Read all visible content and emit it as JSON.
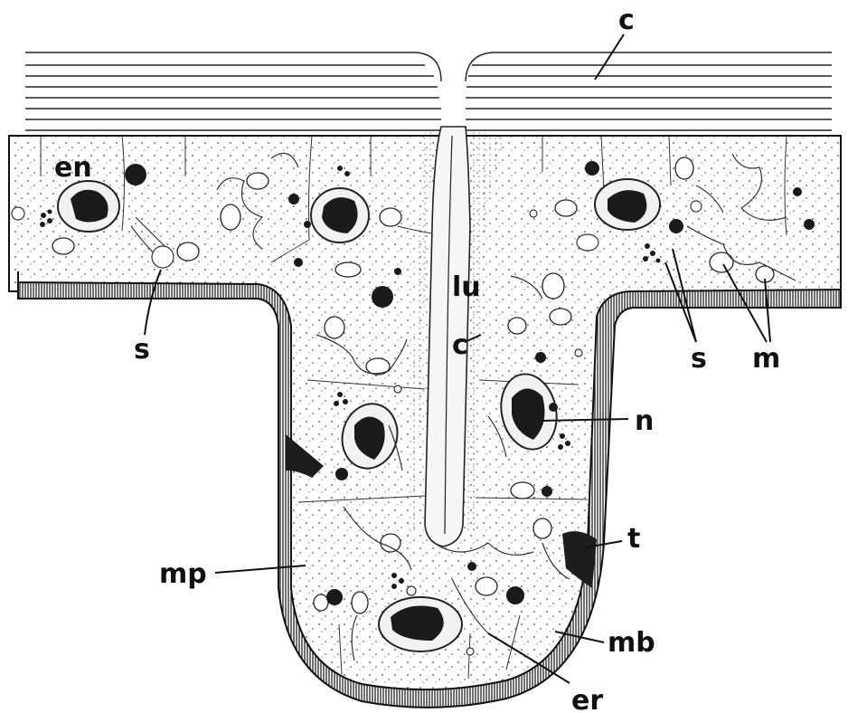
{
  "labels": {
    "c_top": "c",
    "en": "en",
    "s_left": "s",
    "lu": "lu",
    "c_mid": "c",
    "s_right": "s",
    "m": "m",
    "n": "n",
    "t": "t",
    "mp": "mp",
    "mb": "mb",
    "er": "er"
  },
  "colors": {
    "ink": "#111111",
    "paper": "#ffffff",
    "stipple": "#444444",
    "basal_band": "#2a2a2a"
  }
}
